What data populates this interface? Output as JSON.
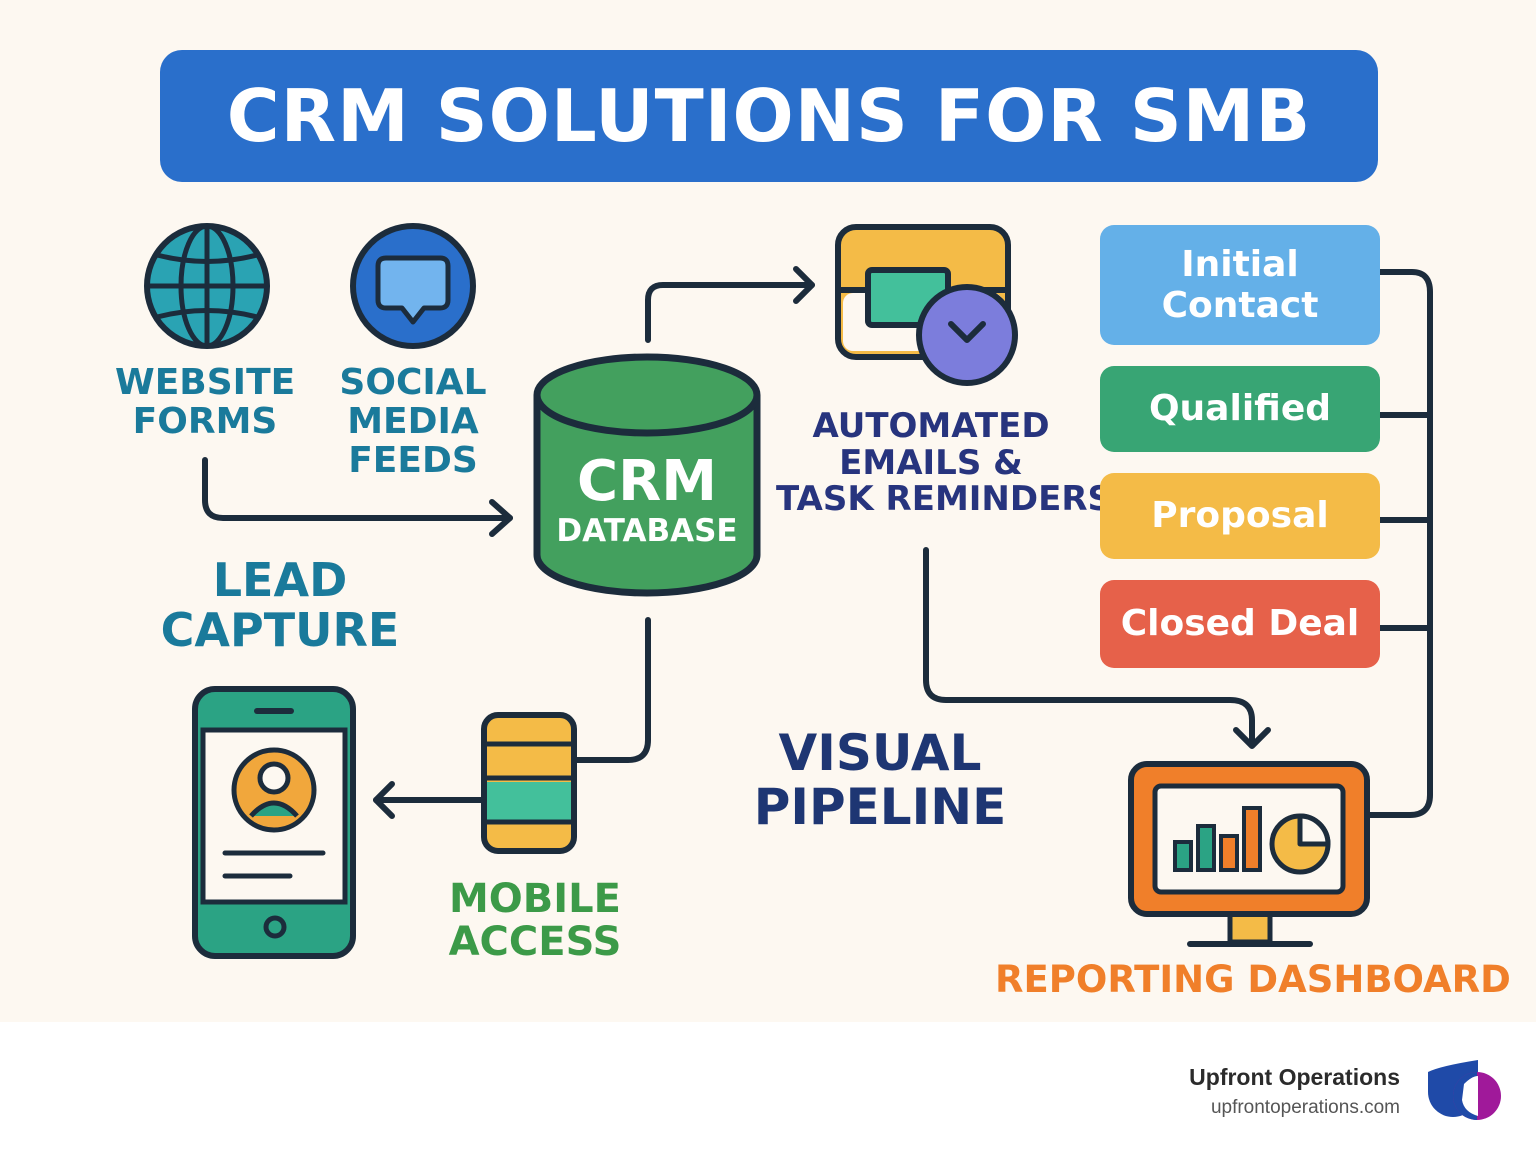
{
  "title": "CRM SOLUTIONS FOR SMB",
  "sources": {
    "website_forms": "WEBSITE\nFORMS",
    "social_media": "SOCIAL\nMEDIA\nFEEDS"
  },
  "lead_capture": "LEAD\nCAPTURE",
  "database": {
    "main": "CRM",
    "sub": "DATABASE"
  },
  "automation": "AUTOMATED\nEMAILS &\nTASK REMINDERS",
  "visual_pipeline": "VISUAL\nPIPELINE",
  "mobile_access": "MOBILE\nACCESS",
  "reporting": "REPORTING DASHBOARD",
  "stages": [
    {
      "label": "Initial\nContact",
      "color": "#64b0e8"
    },
    {
      "label": "Qualified",
      "color": "#38a574"
    },
    {
      "label": "Proposal",
      "color": "#f4bb47"
    },
    {
      "label": "Closed Deal",
      "color": "#e6614a"
    }
  ],
  "brand": {
    "name": "Upfront Operations",
    "url": "upfrontoperations.com"
  },
  "colors": {
    "title_bg": "#2a6fcb",
    "outline": "#1c2c3c",
    "database": "#43a05e",
    "orange": "#f07f2a",
    "navy": "#1e3673",
    "green_text": "#3c9a48",
    "blue_text": "#1a7a9b"
  }
}
